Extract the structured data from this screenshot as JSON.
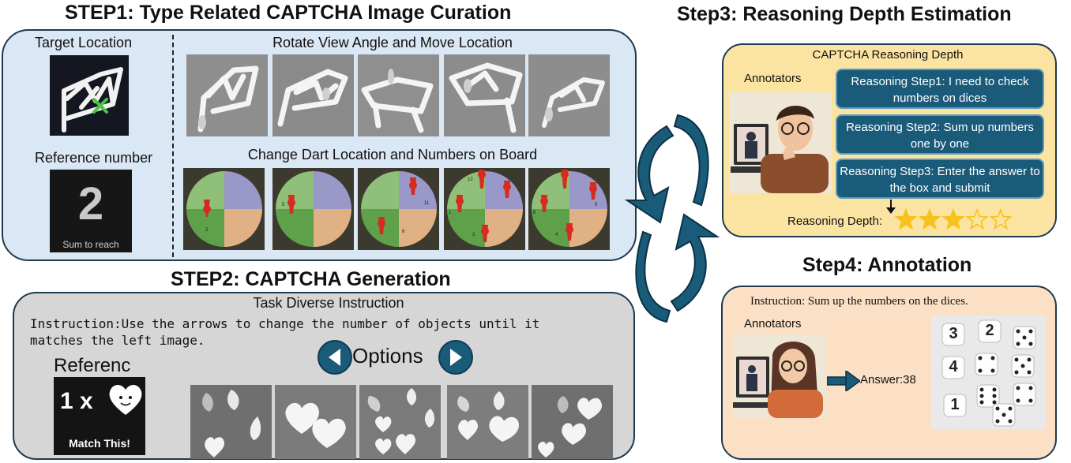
{
  "step1": {
    "title": "STEP1: Type Related CAPTCHA Image Curation",
    "target_label": "Target Location",
    "reference_label": "Reference number",
    "reference_value": "2",
    "reference_caption": "Sum to reach",
    "row1_label": "Rotate View Angle and Move Location",
    "row2_label": "Change Dart Location and Numbers on Board"
  },
  "step2": {
    "title": "STEP2: CAPTCHA Generation",
    "subtitle": "Task Diverse Instruction",
    "instruction_line1": "Instruction:Use the arrows to change the number of objects until it",
    "instruction_line2": "matches the left image.",
    "reference_label": "Referenc",
    "reference_formula": "1 x",
    "reference_caption": "Match This!",
    "options_label": "Options"
  },
  "step3": {
    "title": "Step3: Reasoning Depth Estimation",
    "panel_title": "CAPTCHA Reasoning Depth",
    "annotators_label": "Annotators",
    "reasoning_steps": [
      "Reasoning Step1: I need to check numbers on dices",
      "Reasoning Step2: Sum up numbers one by one",
      "Reasoning Step3: Enter the answer to the box and submit"
    ],
    "depth_label": "Reasoning Depth:",
    "depth_rating": 3,
    "depth_max": 5
  },
  "step4": {
    "title": "Step4: Annotation",
    "instruction": "Instruction: Sum up the numbers on the dices.",
    "annotators_label": "Annotators",
    "answer": "Answer:38",
    "dice_digits": [
      "3",
      "2",
      "4",
      "1"
    ]
  },
  "colors": {
    "step1_bg": "#dae7f4",
    "step2_bg": "#d6d6d6",
    "step3_bg": "#fbe4a2",
    "step4_bg": "#fbe0c5",
    "accent": "#1a5b7a",
    "star": "#f6c21b"
  }
}
